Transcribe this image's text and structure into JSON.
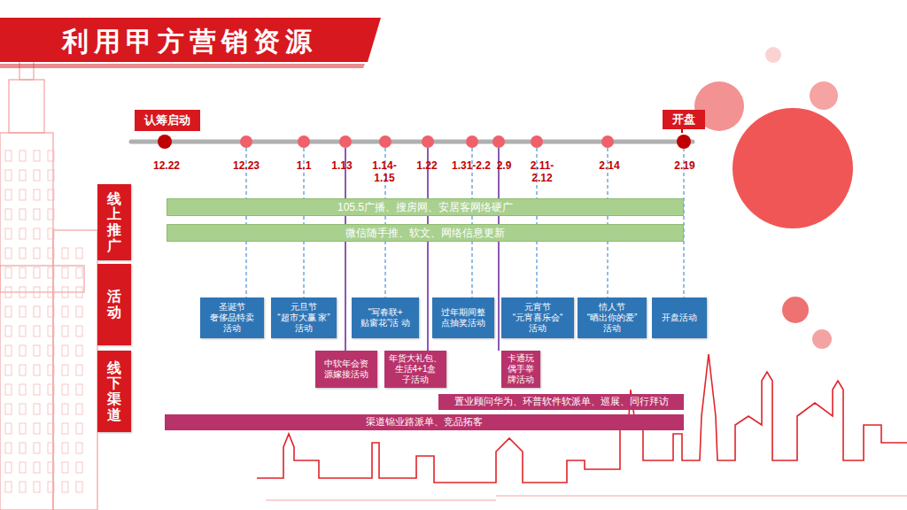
{
  "diagram": {
    "title": "利用甲方营销资源",
    "nodes": [
      {
        "text": [
          "认筹启动"
        ]
      },
      {
        "text": [
          "开盘"
        ]
      },
      {
        "text": [
          "线上推广"
        ]
      },
      {
        "text": [
          "105.5广播、搜房网、安居客网络硬广"
        ]
      },
      {
        "text": [
          "微信随手推、软文、网络信息更新"
        ]
      },
      {
        "text": [
          "活动"
        ]
      },
      {
        "text": [
          "圣诞节",
          "奢侈品特卖 活动"
        ]
      },
      {
        "text": [
          "元旦节",
          "“超市大赢 家” 活动"
        ]
      },
      {
        "text": [
          "“写春联+ 贴窗花”活 动"
        ]
      },
      {
        "text": [
          "过年期间整 点抽奖活动"
        ]
      },
      {
        "text": [
          "元宵节",
          "“元宵喜乐会“ 活动"
        ]
      },
      {
        "text": [
          "情人节",
          "“晒出你的爱” 活动"
        ]
      },
      {
        "text": [
          "开盘活动"
        ]
      },
      {
        "text": [
          "线下渠道"
        ]
      },
      {
        "text": [
          "中软年会资 源嫁接活动"
        ]
      },
      {
        "text": [
          "年货大礼包、 生活4+1盒 子活动"
        ]
      },
      {
        "text": [
          "卡通玩 偶手举 牌活动"
        ]
      },
      {
        "text": [
          "置业顾问华为、环普软件软派单、巡展、同行拜访"
        ]
      },
      {
        "text": [
          "渠道锦业路派单、竞品拓客"
        ]
      }
    ],
    "labels": [
      "12.22",
      "12.23",
      "1.1",
      "1.13",
      "1.14- 1.15",
      "1.22",
      "1.31-2.2",
      "2.9",
      "2.11- 2.12",
      "2.14",
      "2.19"
    ]
  }
}
